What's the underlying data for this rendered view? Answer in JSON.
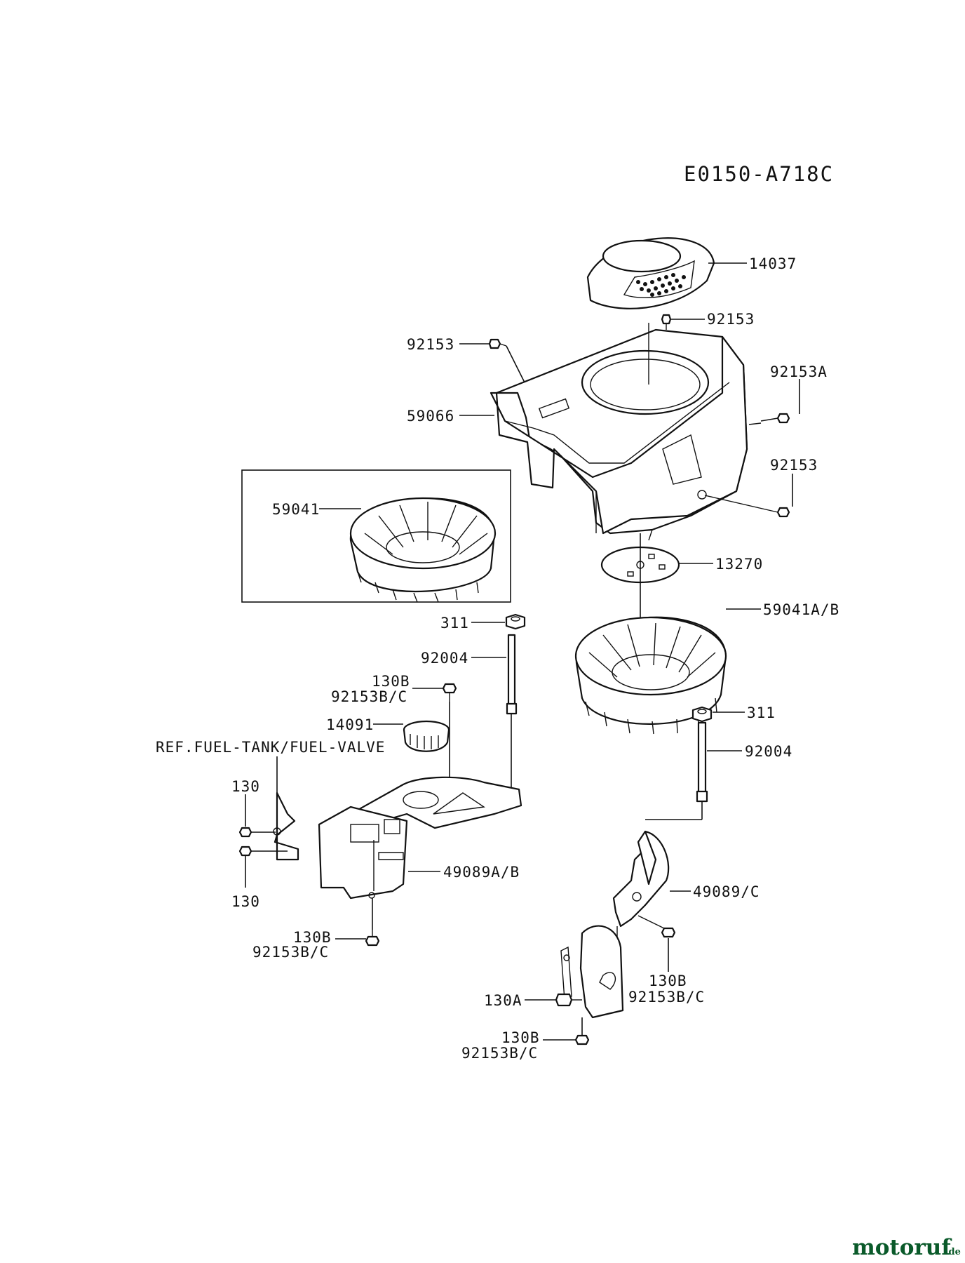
{
  "diagram_code": "E0150-A718C",
  "brand": {
    "name": "motoruf",
    "tld": ".de",
    "color": "#0a5a2a"
  },
  "labels": {
    "p14037": "14037",
    "p92153_a": "92153",
    "p92153_b": "92153",
    "p92153A": "92153A",
    "p59066": "59066",
    "p92153_c": "92153",
    "p59041": "59041",
    "p13270": "13270",
    "p59041AB": "59041A/B",
    "p311_a": "311",
    "p92004_a": "92004",
    "p130B_a": "130B",
    "p92153BC_a": "92153B/C",
    "p14091": "14091",
    "ref": "REF.FUEL-TANK/FUEL-VALVE",
    "p130_a": "130",
    "p130_b": "130",
    "p49089AB": "49089A/B",
    "p130B_b": "130B",
    "p92153BC_b": "92153B/C",
    "p311_b": "311",
    "p92004_b": "92004",
    "p49089C": "49089/C",
    "p130B_c": "130B",
    "p92153BC_c": "92153B/C",
    "p130A": "130A",
    "p130B_d": "130B",
    "p92153BC_d": "92153B/C"
  }
}
